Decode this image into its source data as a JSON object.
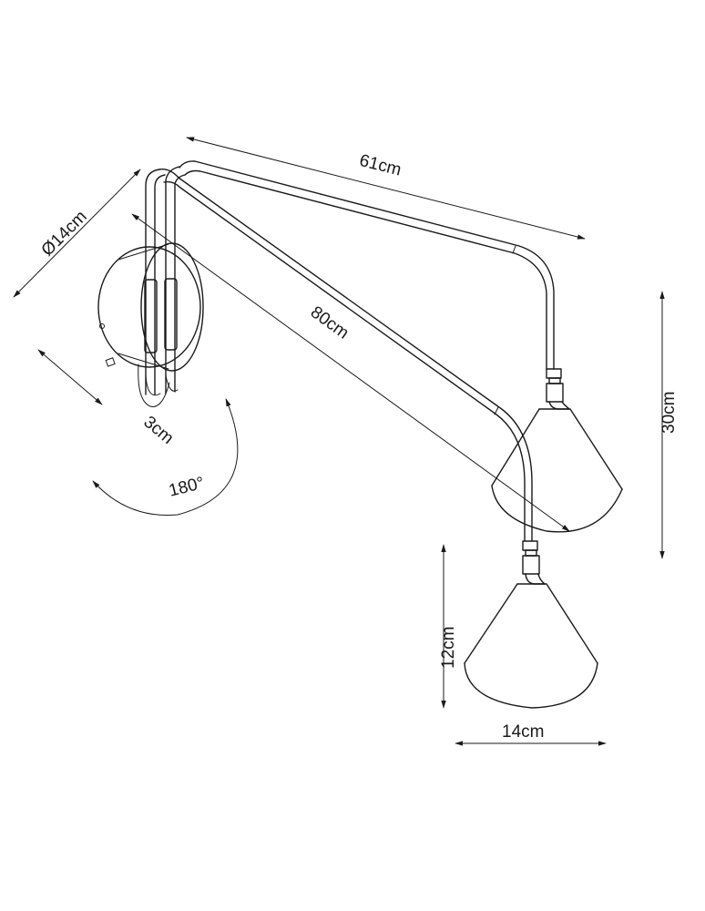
{
  "dimensions": {
    "width_top_arm": "61cm",
    "width_long_arm": "80cm",
    "diameter_base": "Ø14cm",
    "base_depth": "3cm",
    "rotation": "180°",
    "height_total": "30cm",
    "height_shade": "12cm",
    "width_shade": "14cm"
  },
  "colors": {
    "stroke": "#1a1a1a",
    "background": "#ffffff"
  }
}
